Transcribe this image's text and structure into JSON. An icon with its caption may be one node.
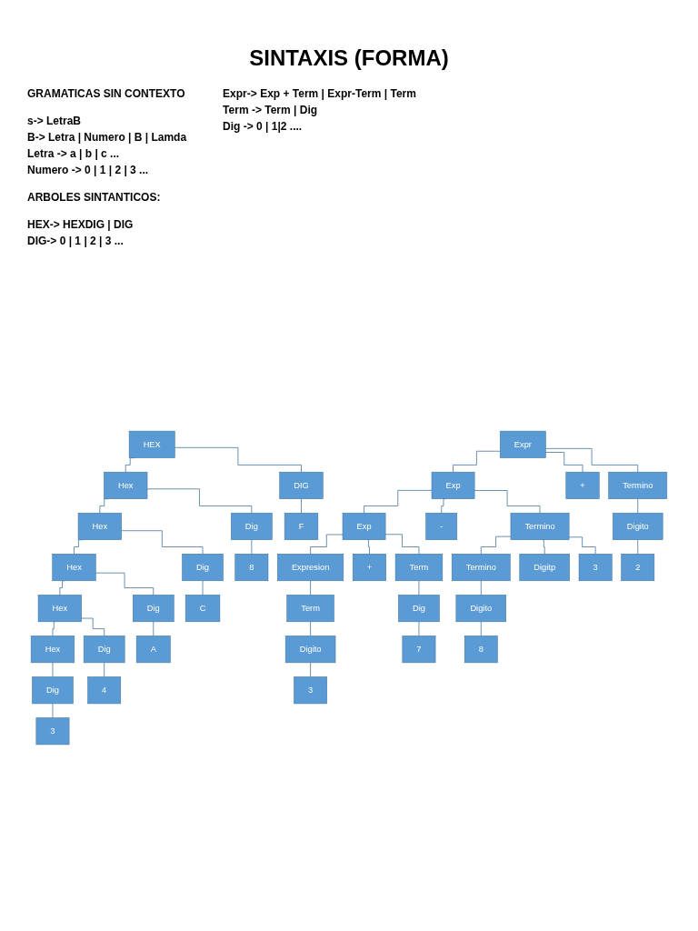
{
  "diagram": {
    "title": "SINTAXIS (FORMA)",
    "nodes": [
      {
        "text": [
          "HEX"
        ]
      },
      {
        "text": [
          "Hex"
        ]
      },
      {
        "text": [
          "DIG"
        ]
      },
      {
        "text": [
          "Hex"
        ]
      },
      {
        "text": [
          "Dig"
        ]
      },
      {
        "text": [
          "F"
        ]
      },
      {
        "text": [
          "Hex"
        ]
      },
      {
        "text": [
          "Dig"
        ]
      },
      {
        "text": [
          "8"
        ]
      },
      {
        "text": [
          "Hex"
        ]
      },
      {
        "text": [
          "Dig"
        ]
      },
      {
        "text": [
          "C"
        ]
      },
      {
        "text": [
          "Hex"
        ]
      },
      {
        "text": [
          "Dig"
        ]
      },
      {
        "text": [
          "A"
        ]
      },
      {
        "text": [
          "Dig"
        ]
      },
      {
        "text": [
          "4"
        ]
      },
      {
        "text": [
          "3"
        ]
      },
      {
        "text": [
          "Expr"
        ]
      },
      {
        "text": [
          "Exp"
        ]
      },
      {
        "text": [
          "+"
        ]
      },
      {
        "text": [
          "Termino"
        ]
      },
      {
        "text": [
          "Exp"
        ]
      },
      {
        "text": [
          "-"
        ]
      },
      {
        "text": [
          "Termino"
        ]
      },
      {
        "text": [
          "Digito"
        ]
      },
      {
        "text": [
          "Expresion"
        ]
      },
      {
        "text": [
          "+"
        ]
      },
      {
        "text": [
          "Term"
        ]
      },
      {
        "text": [
          "Termino"
        ]
      },
      {
        "text": [
          "Digitp"
        ]
      },
      {
        "text": [
          "3"
        ]
      },
      {
        "text": [
          "2"
        ]
      },
      {
        "text": [
          "Term"
        ]
      },
      {
        "text": [
          "Dig"
        ]
      },
      {
        "text": [
          "Digito"
        ]
      },
      {
        "text": [
          "Digito"
        ]
      },
      {
        "text": [
          "7"
        ]
      },
      {
        "text": [
          "8"
        ]
      },
      {
        "text": [
          "3"
        ]
      }
    ],
    "edges": [
      {
        "from": 0,
        "to": 1,
        "arrow": "none"
      },
      {
        "from": 0,
        "to": 2,
        "arrow": "none"
      },
      {
        "from": 1,
        "to": 3,
        "arrow": "none"
      },
      {
        "from": 1,
        "to": 4,
        "arrow": "none"
      },
      {
        "from": 2,
        "to": 5,
        "arrow": "none"
      },
      {
        "from": 3,
        "to": 6,
        "arrow": "none"
      },
      {
        "from": 3,
        "to": 7,
        "arrow": "none"
      },
      {
        "from": 4,
        "to": 8,
        "arrow": "none"
      },
      {
        "from": 6,
        "to": 9,
        "arrow": "none"
      },
      {
        "from": 6,
        "to": 10,
        "arrow": "none"
      },
      {
        "from": 7,
        "to": 11,
        "arrow": "none"
      },
      {
        "from": 9,
        "to": 12,
        "arrow": "none"
      },
      {
        "from": 9,
        "to": 13,
        "arrow": "none"
      },
      {
        "from": 10,
        "to": 14,
        "arrow": "none"
      },
      {
        "from": 12,
        "to": 15,
        "arrow": "none"
      },
      {
        "from": 13,
        "to": 16,
        "arrow": "none"
      },
      {
        "from": 15,
        "to": 17,
        "arrow": "none"
      },
      {
        "from": 18,
        "to": 19,
        "arrow": "none"
      },
      {
        "from": 18,
        "to": 20,
        "arrow": "none"
      },
      {
        "from": 18,
        "to": 21,
        "arrow": "none"
      },
      {
        "from": 19,
        "to": 22,
        "arrow": "none"
      },
      {
        "from": 19,
        "to": 23,
        "arrow": "none"
      },
      {
        "from": 19,
        "to": 24,
        "arrow": "none"
      },
      {
        "from": 21,
        "to": 25,
        "arrow": "none"
      },
      {
        "from": 22,
        "to": 26,
        "arrow": "none"
      },
      {
        "from": 22,
        "to": 27,
        "arrow": "none"
      },
      {
        "from": 22,
        "to": 28,
        "arrow": "none"
      },
      {
        "from": 24,
        "to": 29,
        "arrow": "none"
      },
      {
        "from": 24,
        "to": 30,
        "arrow": "none"
      },
      {
        "from": 24,
        "to": 31,
        "arrow": "none"
      },
      {
        "from": 25,
        "to": 32,
        "arrow": "none"
      },
      {
        "from": 26,
        "to": 33,
        "arrow": "none"
      },
      {
        "from": 28,
        "to": 34,
        "arrow": "none"
      },
      {
        "from": 29,
        "to": 35,
        "arrow": "none"
      },
      {
        "from": 33,
        "to": 36,
        "arrow": "none"
      },
      {
        "from": 34,
        "to": 37,
        "arrow": "none"
      },
      {
        "from": 35,
        "to": 38,
        "arrow": "none"
      },
      {
        "from": 36,
        "to": 39,
        "arrow": "none"
      }
    ],
    "labels": [
      "GRAMATICAS SIN CONTEXTO",
      "s-> LetraB",
      "B-> Letra | Numero | B | Lamda",
      "Letra -> a | b | c ...",
      "Numero -> 0 | 1 | 2 | 3 ...",
      "ARBOLES SINTANTICOS:",
      "HEX-> HEXDIG | DIG",
      "DIG-> 0 | 1 | 2 | 3 ...",
      "Expr-> Exp + Term | Expr-Term | Term",
      "Term -> Term | Dig",
      "Dig -> 0 | 1|2 ...."
    ]
  }
}
